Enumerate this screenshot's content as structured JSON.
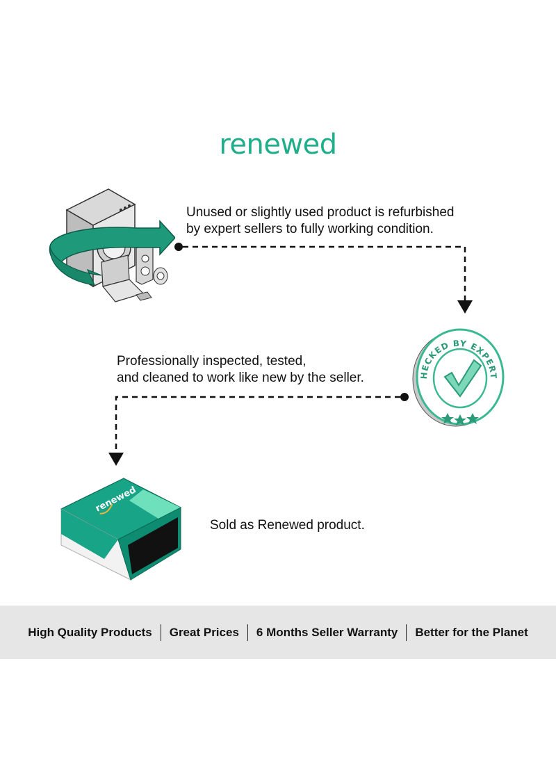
{
  "brand": {
    "logo_text": "renewed",
    "accent_color": "#1fae8a"
  },
  "steps": [
    {
      "icon": "appliances-recycle-icon",
      "lines": [
        "Unused or slightly used product is refurbished",
        "by expert sellers to fully working condition."
      ]
    },
    {
      "icon": "checked-by-experts-badge-icon",
      "badge_text": "CHECKED BY EXPERTS",
      "lines": [
        "Professionally inspected, tested,",
        "and cleaned to work like new by the seller."
      ]
    },
    {
      "icon": "renewed-box-icon",
      "box_label": "renewed",
      "lines": [
        "Sold as Renewed product."
      ]
    }
  ],
  "footer": {
    "items": [
      "High Quality Products",
      "Great Prices",
      "6 Months Seller Warranty",
      "Better for the Planet"
    ]
  }
}
